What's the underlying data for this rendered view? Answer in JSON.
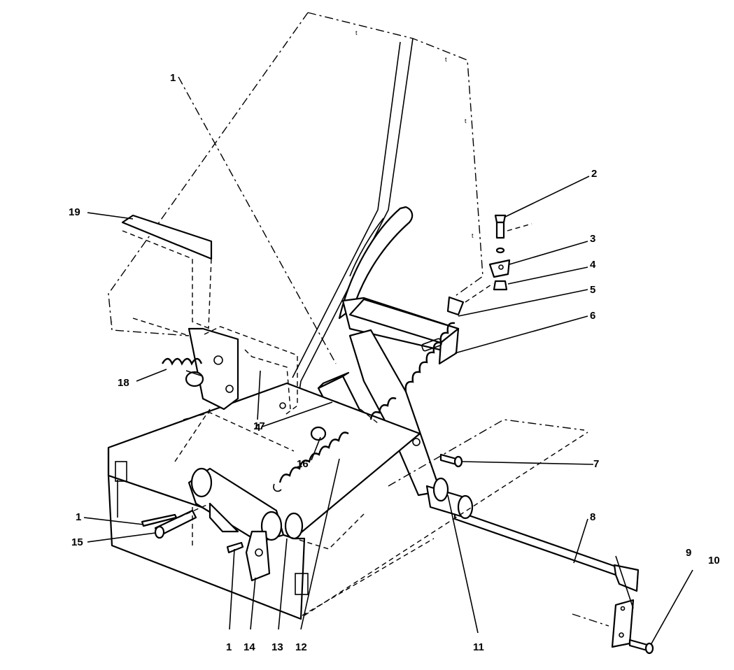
{
  "callouts": {
    "c1a": "1",
    "c2": "2",
    "c3": "3",
    "c4a": "4",
    "c5": "5",
    "c6": "6",
    "c19": "19",
    "c18": "18",
    "c17": "17",
    "c4b": "4",
    "c16": "16",
    "c7": "7",
    "c8": "8",
    "c9": "9",
    "c10": "10",
    "c1b": "1",
    "c15": "15",
    "c1c": "1",
    "c14": "14",
    "c13": "13",
    "c12": "12",
    "c11": "11"
  }
}
